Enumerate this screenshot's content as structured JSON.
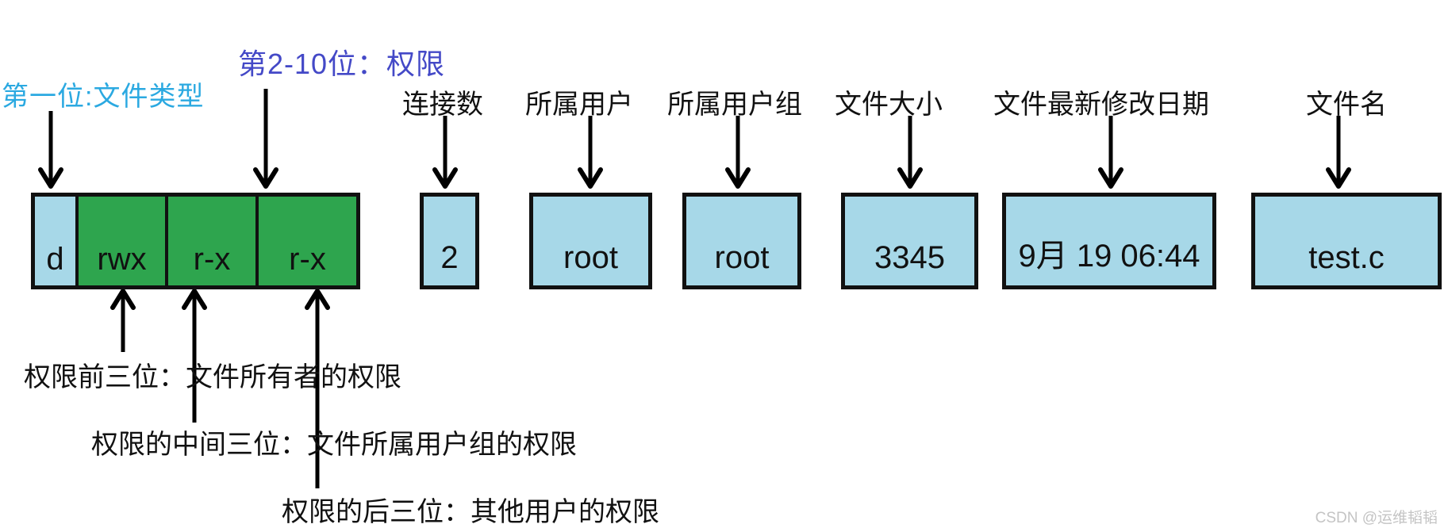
{
  "annotations": {
    "file_type_label": "第一位:文件类型",
    "permission_label": "第2-10位：权限"
  },
  "column_labels": [
    "连接数",
    "所属用户",
    "所属用户组",
    "文件大小",
    "文件最新修改日期",
    "文件名"
  ],
  "ls_fields": {
    "file_type": "d",
    "owner_perm": "rwx",
    "group_perm": "r-x",
    "other_perm": "r-x",
    "link_count": "2",
    "owner": "root",
    "group": "root",
    "size": "3345",
    "modified_date": "9月 19 06:44",
    "file_name": "test.c"
  },
  "bottom_annotations": [
    "权限前三位：文件所有者的权限",
    "权限的中间三位：文件所属用户组的权限",
    "权限的后三位：其他用户的权限"
  ],
  "watermark": "CSDN @运维韬韬",
  "colors": {
    "file_type_label": "#2BA9E1",
    "permission_label": "#4449C7",
    "light_blue_box": "#A7D8E8",
    "green_box": "#2EA54E",
    "arrow": "#000000",
    "watermark": "#C4C4C4"
  }
}
